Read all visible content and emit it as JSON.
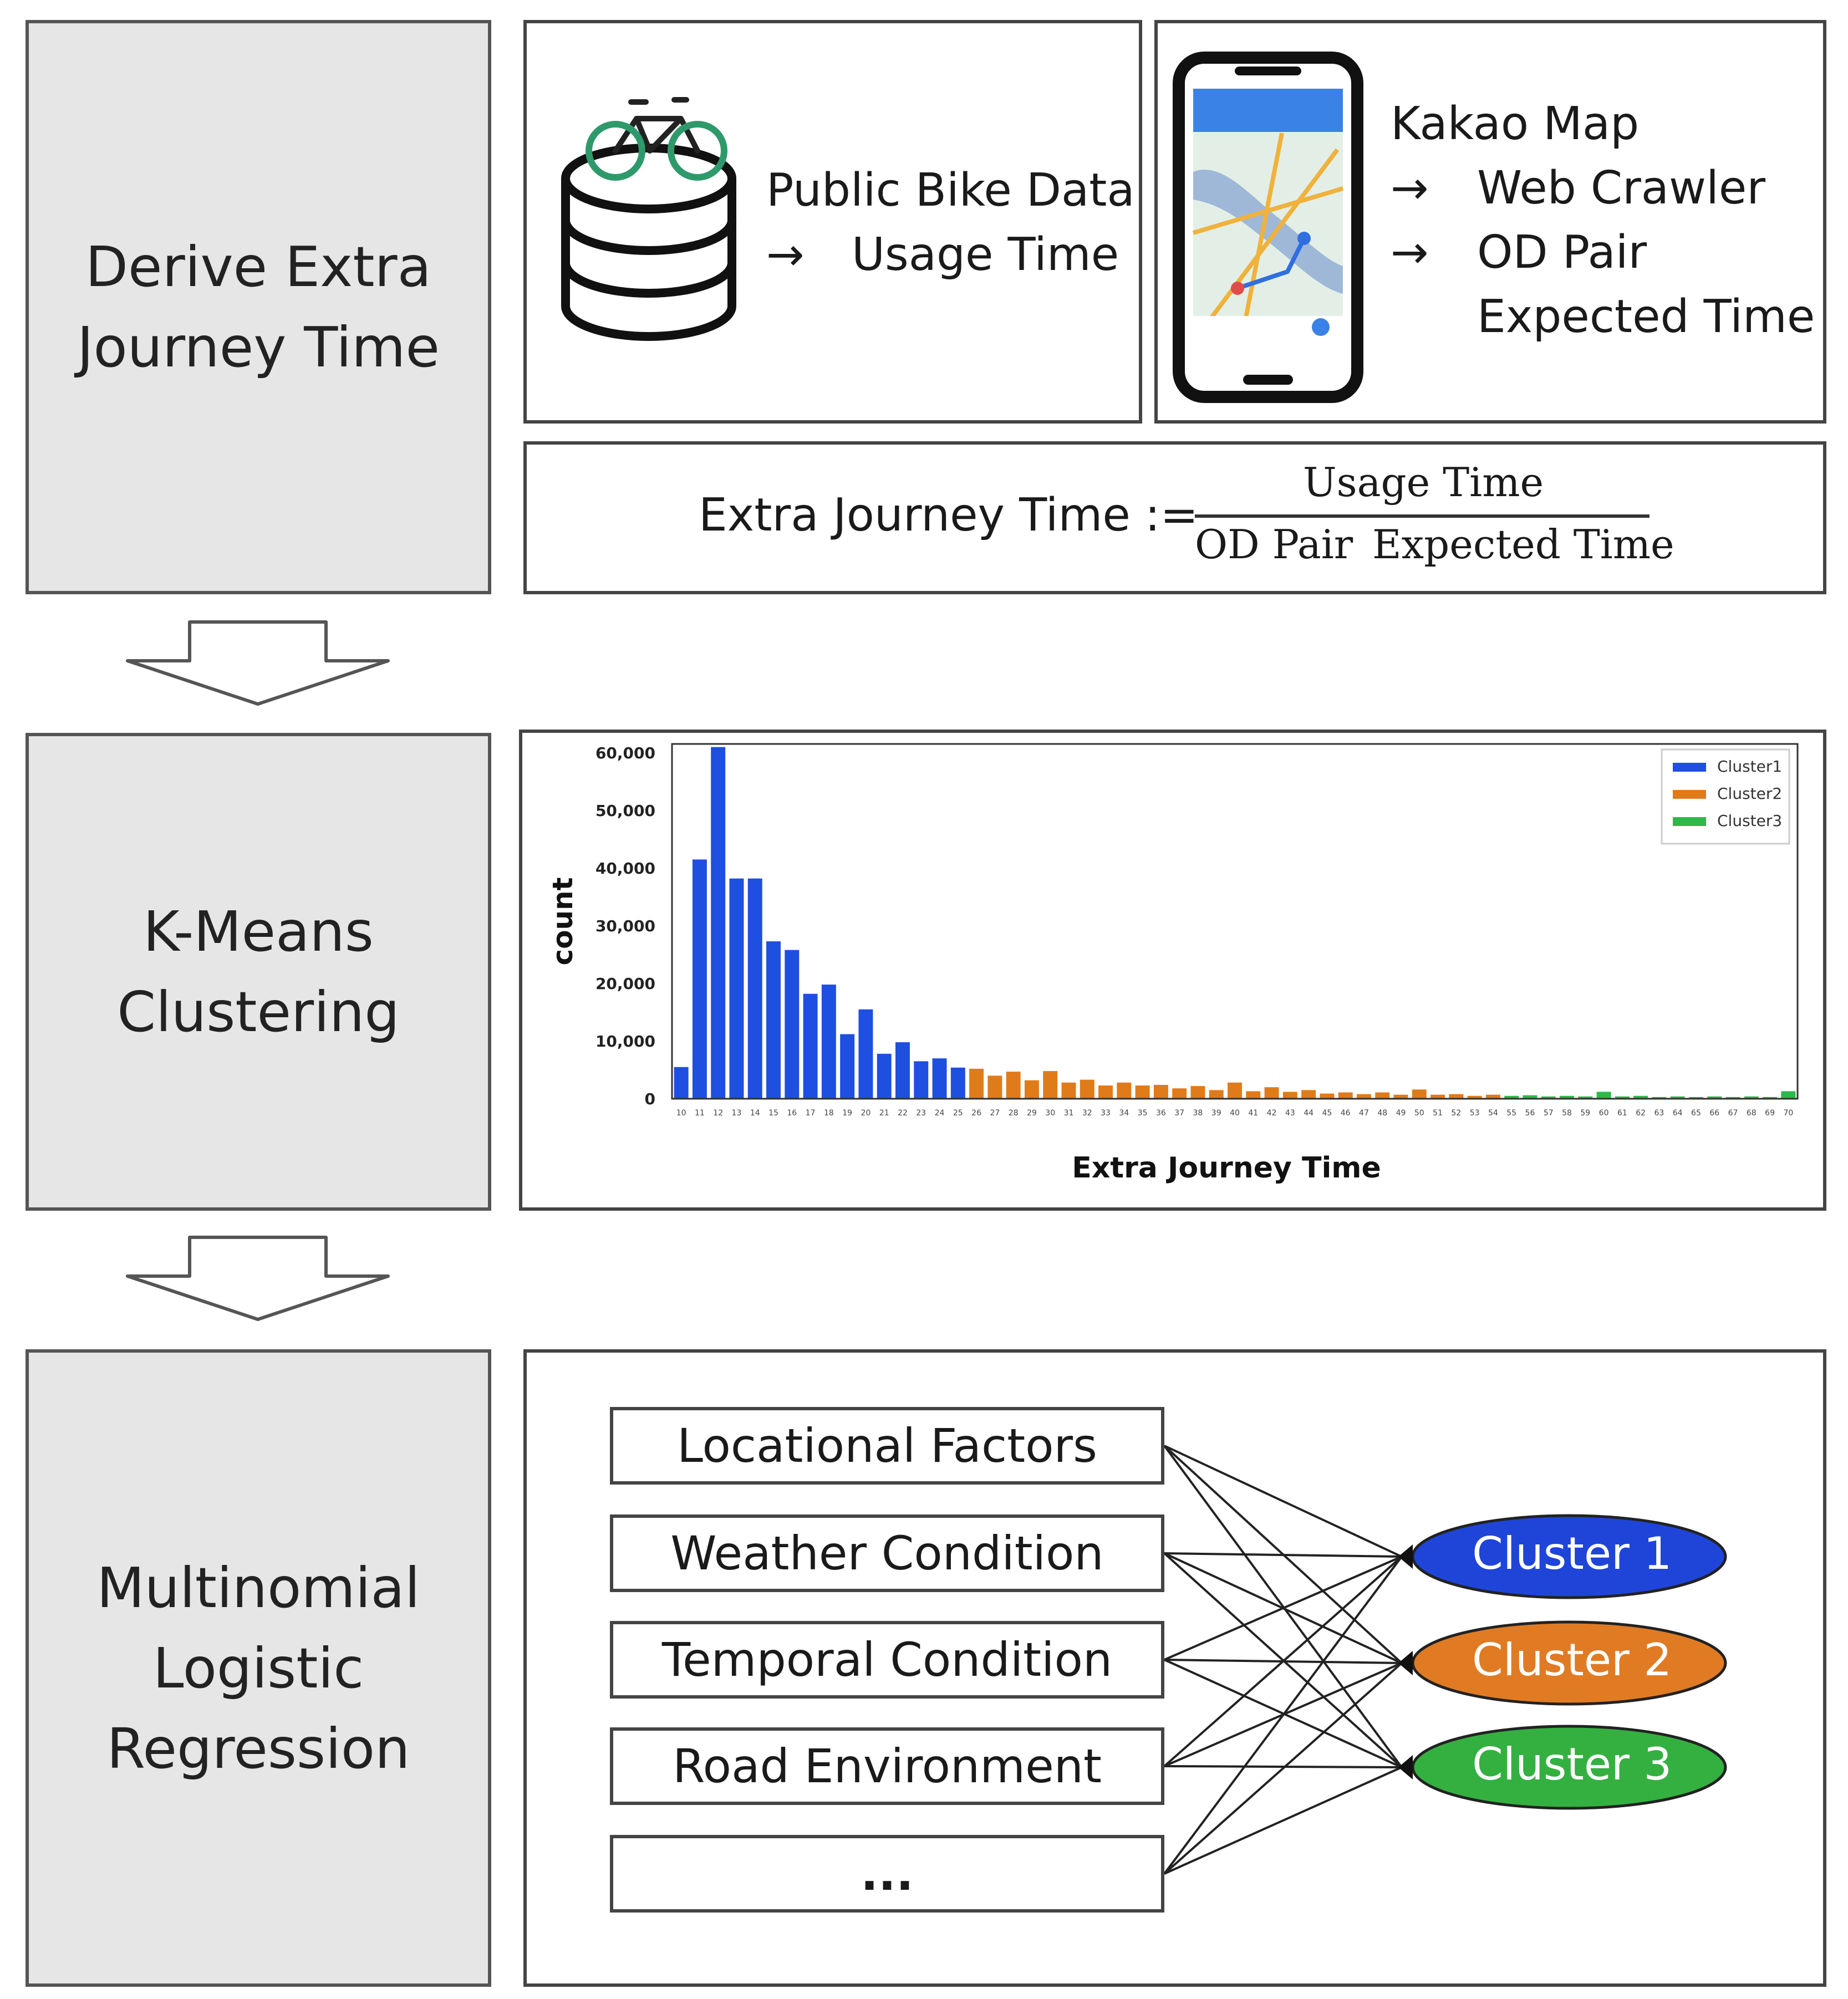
{
  "steps": [
    {
      "lines": [
        "Derive Extra",
        "Journey Time"
      ]
    },
    {
      "lines": [
        "K-Means",
        "Clustering"
      ]
    },
    {
      "lines": [
        "Multinomial",
        "Logistic",
        "Regression"
      ]
    }
  ],
  "bike_panel": {
    "line1": "Public Bike Data",
    "arrow": "→",
    "line2": "Usage Time"
  },
  "map_panel": {
    "line1": "Kakao Map",
    "line2": "Web Crawler",
    "line3": "OD Pair",
    "line4": "Expected Time",
    "arrow": "→"
  },
  "formula": {
    "lhs": "Extra Journey Time :=",
    "numerator": "Usage Time",
    "denominator_a": "OD Pair",
    "denominator_b": "Expected Time"
  },
  "chart_data": {
    "type": "bar",
    "xlabel": "Extra Journey Time",
    "ylabel": "count",
    "ylim": [
      0,
      60000
    ],
    "yticks": [
      "60,000",
      "50,000",
      "40,000",
      "30,000",
      "20,000",
      "10,000",
      "0"
    ],
    "x": [
      10,
      11,
      12,
      13,
      14,
      15,
      16,
      17,
      18,
      19,
      20,
      21,
      22,
      23,
      24,
      25,
      26,
      27,
      28,
      29,
      30,
      31,
      32,
      33,
      34,
      35,
      36,
      37,
      38,
      39,
      40,
      41,
      42,
      43,
      44,
      45,
      46,
      47,
      48,
      49,
      50,
      51,
      52,
      53,
      54,
      55,
      56,
      57,
      58,
      59,
      60,
      61,
      62,
      63,
      64,
      65,
      66,
      67,
      68,
      69,
      70
    ],
    "values": [
      5500,
      41500,
      61000,
      38200,
      38200,
      27300,
      25800,
      18200,
      19800,
      11200,
      15500,
      7800,
      9800,
      6500,
      7000,
      5400,
      5200,
      4000,
      4700,
      3200,
      4800,
      2800,
      3300,
      2300,
      2800,
      2300,
      2400,
      1800,
      2200,
      1500,
      2800,
      1300,
      2000,
      1200,
      1500,
      900,
      1100,
      800,
      1100,
      700,
      1600,
      700,
      800,
      500,
      700,
      500,
      600,
      400,
      500,
      400,
      1200,
      400,
      500,
      300,
      400,
      300,
      400,
      300,
      400,
      300,
      1300
    ],
    "clusters": [
      1,
      1,
      1,
      1,
      1,
      1,
      1,
      1,
      1,
      1,
      1,
      1,
      1,
      1,
      1,
      1,
      2,
      2,
      2,
      2,
      2,
      2,
      2,
      2,
      2,
      2,
      2,
      2,
      2,
      2,
      2,
      2,
      2,
      2,
      2,
      2,
      2,
      2,
      2,
      2,
      2,
      2,
      2,
      2,
      2,
      3,
      3,
      3,
      3,
      3,
      3,
      3,
      3,
      3,
      3,
      3,
      3,
      3,
      3,
      3,
      3
    ],
    "series": [
      {
        "name": "Cluster1",
        "color": "#1f4fe0"
      },
      {
        "name": "Cluster2",
        "color": "#e07b1a"
      },
      {
        "name": "Cluster3",
        "color": "#2eb84a"
      }
    ],
    "legend": "top-right"
  },
  "features": [
    "Locational Factors",
    "Weather Condition",
    "Temporal Condition",
    "Road Environment",
    "..."
  ],
  "clusters": [
    {
      "label": "Cluster 1",
      "color": "#1f45d8"
    },
    {
      "label": "Cluster 2",
      "color": "#e07b24"
    },
    {
      "label": "Cluster 3",
      "color": "#34b041"
    }
  ]
}
